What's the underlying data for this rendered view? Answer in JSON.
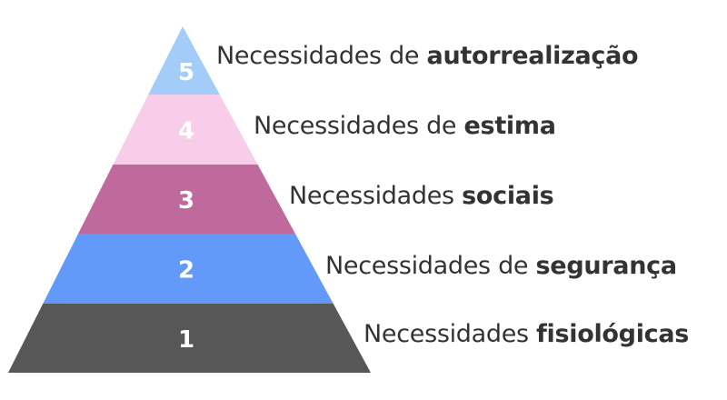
{
  "levels": [
    {
      "number": "5",
      "prefix": "Necessidades de ",
      "bold": "autorrealização",
      "color": "#a3ccf9"
    },
    {
      "number": "4",
      "prefix": "Necessidades de ",
      "bold": "estima",
      "color": "#f8cdea"
    },
    {
      "number": "3",
      "prefix": "Necessidades ",
      "bold": "sociais",
      "color": "#c0699d"
    },
    {
      "number": "2",
      "prefix": "Necessidades de ",
      "bold": "segurança",
      "color": "#6399f8"
    },
    {
      "number": "1",
      "prefix": "Necessidades ",
      "bold": "fisiológicas",
      "color": "#575757"
    }
  ]
}
